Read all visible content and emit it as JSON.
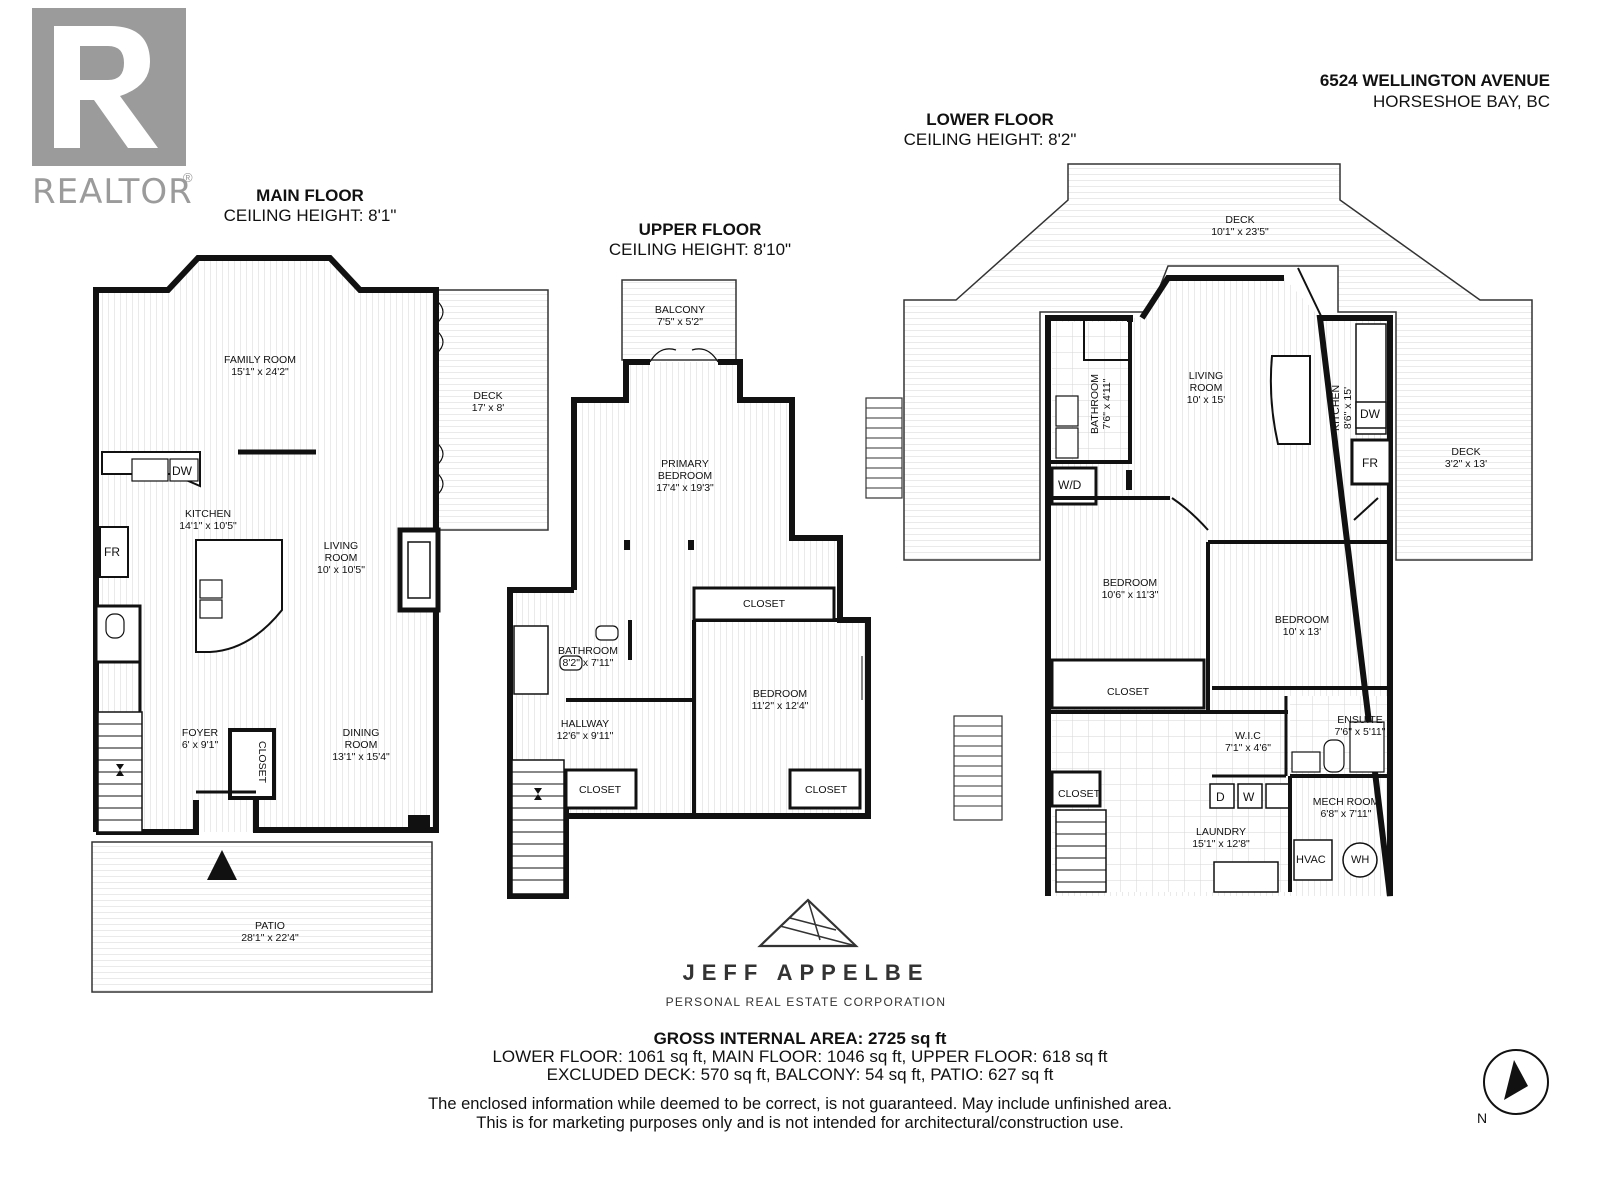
{
  "brand": {
    "realtor_wordmark": "REALTOR®",
    "agent_name": "JEFF APPELBE",
    "agent_company": "PERSONAL REAL ESTATE CORPORATION"
  },
  "address": {
    "street": "6524 WELLINGTON AVENUE",
    "city": "HORSESHOE BAY, BC"
  },
  "floors": {
    "main": {
      "title": "MAIN FLOOR",
      "ceiling": "CEILING HEIGHT: 8'1\""
    },
    "upper": {
      "title": "UPPER FLOOR",
      "ceiling": "CEILING HEIGHT: 8'10\""
    },
    "lower": {
      "title": "LOWER FLOOR",
      "ceiling": "CEILING HEIGHT: 8'2\""
    }
  },
  "rooms": {
    "main": {
      "family_room": {
        "name": "FAMILY ROOM",
        "dims": "15'1\" x 24'2\""
      },
      "deck": {
        "name": "DECK",
        "dims": "17' x 8'"
      },
      "kitchen": {
        "name": "KITCHEN",
        "dims": "14'1\" x 10'5\""
      },
      "living_room": {
        "name1": "LIVING",
        "name2": "ROOM",
        "dims": "10' x 10'5\""
      },
      "foyer": {
        "name": "FOYER",
        "dims": "6' x 9'1\""
      },
      "dining_room": {
        "name1": "DINING",
        "name2": "ROOM",
        "dims": "13'1\" x 15'4\""
      },
      "patio": {
        "name": "PATIO",
        "dims": "28'1\" x 22'4\""
      },
      "closet": "CLOSET",
      "fr": "FR",
      "dw": "DW"
    },
    "upper": {
      "balcony": {
        "name": "BALCONY",
        "dims": "7'5\" x 5'2\""
      },
      "primary_bedroom": {
        "name1": "PRIMARY",
        "name2": "BEDROOM",
        "dims": "17'4\" x 19'3\""
      },
      "closet_top": "CLOSET",
      "bathroom": {
        "name": "BATHROOM",
        "dims": "8'2\" x 7'11\""
      },
      "bedroom": {
        "name": "BEDROOM",
        "dims": "11'2\" x 12'4\""
      },
      "hallway": {
        "name": "HALLWAY",
        "dims": "12'6\" x 9'11\""
      },
      "closet_left": "CLOSET",
      "closet_right": "CLOSET"
    },
    "lower": {
      "deck_top": {
        "name": "DECK",
        "dims": "10'1\" x 23'5\""
      },
      "deck_right": {
        "name": "DECK",
        "dims": "3'2\" x 13'"
      },
      "living_room": {
        "name1": "LIVING",
        "name2": "ROOM",
        "dims": "10' x 15'"
      },
      "kitchen": {
        "name": "KITCHEN",
        "dims": "8'6\" x 15'"
      },
      "bathroom": {
        "name": "BATHROOM",
        "dims": "7'6\" x 4'11\""
      },
      "bedroom_left": {
        "name": "BEDROOM",
        "dims": "10'6\" x 11'3\""
      },
      "bedroom_right": {
        "name": "BEDROOM",
        "dims": "10' x 13'"
      },
      "closet_mid": "CLOSET",
      "closet_left": "CLOSET",
      "wic": {
        "name": "W.I.C",
        "dims": "7'1\" x 4'6\""
      },
      "ensuite": {
        "name": "ENSUITE",
        "dims": "7'6\" x 5'11\""
      },
      "laundry": {
        "name": "LAUNDRY",
        "dims": "15'1\" x 12'8\""
      },
      "mech_room": {
        "name": "MECH ROOM",
        "dims": "6'8\" x 7'11\""
      },
      "wd": "W/D",
      "dw": "DW",
      "fr": "FR",
      "d": "D",
      "w": "W",
      "hvac": "HVAC",
      "wh": "WH"
    }
  },
  "area": {
    "gross": "GROSS INTERNAL AREA: 2725 sq ft",
    "floors_line": "LOWER FLOOR: 1061 sq ft, MAIN FLOOR: 1046 sq ft, UPPER FLOOR: 618 sq ft",
    "excluded_line": "EXCLUDED DECK: 570 sq ft, BALCONY: 54 sq ft, PATIO: 627 sq ft"
  },
  "disclaimer": {
    "line1": "The enclosed information while deemed to be correct, is not guaranteed. May include unfinished area.",
    "line2": "This is for marketing purposes only and is not intended for architectural/construction use."
  },
  "compass": {
    "label": "N"
  },
  "colors": {
    "wall": "#111111",
    "hatch": "#c8c8c8",
    "realtor_gray": "#9b9b9b"
  }
}
